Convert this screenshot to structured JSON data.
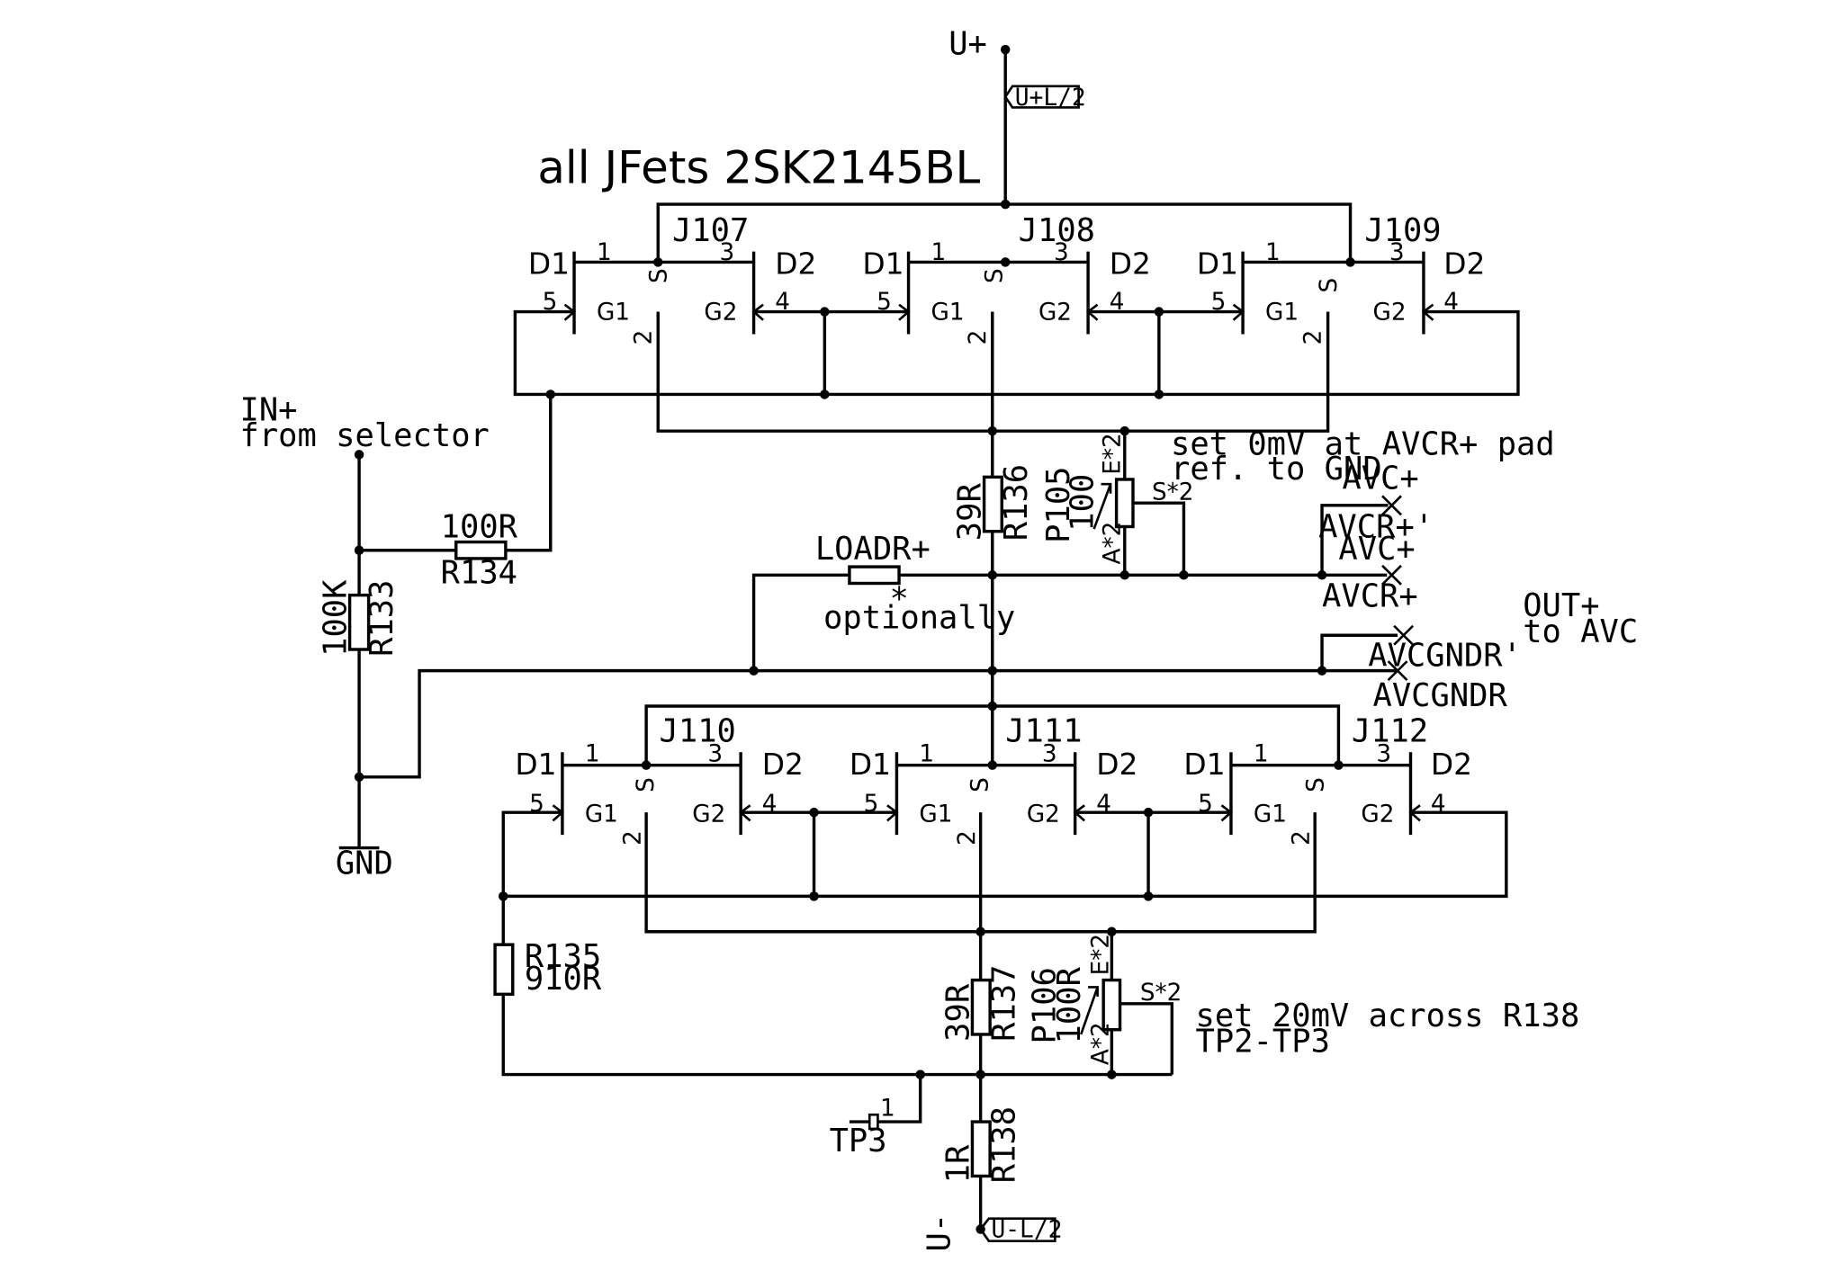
{
  "title": "all JFets 2SK2145BL",
  "supply": {
    "pos": "U+",
    "neg": "U-",
    "pos_flag": "U+L/2",
    "neg_flag": "U-L/2"
  },
  "input": {
    "line1": "IN+",
    "line2": "from selector",
    "gnd": "GND"
  },
  "jfets_top": [
    {
      "ref": "J107",
      "pins": {
        "d1": "D1",
        "d2": "D2",
        "s": "S",
        "g1": "G1",
        "g2": "G2",
        "n1": "1",
        "n2": "2",
        "n3": "3",
        "n4": "4",
        "n5": "5"
      }
    },
    {
      "ref": "J108",
      "pins": {
        "d1": "D1",
        "d2": "D2",
        "s": "S",
        "g1": "G1",
        "g2": "G2",
        "n1": "1",
        "n2": "2",
        "n3": "3",
        "n4": "4",
        "n5": "5"
      }
    },
    {
      "ref": "J109",
      "pins": {
        "d1": "D1",
        "d2": "D2",
        "s": "S",
        "g1": "G1",
        "g2": "G2",
        "n1": "1",
        "n2": "2",
        "n3": "3",
        "n4": "4",
        "n5": "5"
      }
    }
  ],
  "jfets_bottom": [
    {
      "ref": "J110",
      "pins": {
        "d1": "D1",
        "d2": "D2",
        "s": "S",
        "g1": "G1",
        "g2": "G2",
        "n1": "1",
        "n2": "2",
        "n3": "3",
        "n4": "4",
        "n5": "5"
      }
    },
    {
      "ref": "J111",
      "pins": {
        "d1": "D1",
        "d2": "D2",
        "s": "S",
        "g1": "G1",
        "g2": "G2",
        "n1": "1",
        "n2": "2",
        "n3": "3",
        "n4": "4",
        "n5": "5"
      }
    },
    {
      "ref": "J112",
      "pins": {
        "d1": "D1",
        "d2": "D2",
        "s": "S",
        "g1": "G1",
        "g2": "G2",
        "n1": "1",
        "n2": "2",
        "n3": "3",
        "n4": "4",
        "n5": "5"
      }
    }
  ],
  "resistors": {
    "r133": {
      "ref": "R133",
      "value": "100K"
    },
    "r134": {
      "ref": "R134",
      "value": "100R"
    },
    "r135": {
      "ref": "R135",
      "value": "910R"
    },
    "r136": {
      "ref": "R136",
      "value": "39R"
    },
    "r137": {
      "ref": "R137",
      "value": "39R"
    },
    "r138": {
      "ref": "R138",
      "value": "1R"
    },
    "loadr": {
      "ref": "LOADR+",
      "note": "optionally",
      "star": "*"
    }
  },
  "pots": {
    "p105": {
      "ref": "P105",
      "value": "100",
      "e": "E*2",
      "s": "S*2",
      "a": "A*2"
    },
    "p106": {
      "ref": "P106",
      "value": "100R",
      "e": "E*2",
      "s": "S*2",
      "a": "A*2"
    }
  },
  "notes": {
    "p105_line1": "set 0mV at AVCR+ pad",
    "p105_line2": "ref. to GND",
    "p106_line1": "set 20mV across R138",
    "p106_line2": "TP2-TP3"
  },
  "output": {
    "line1": "OUT+",
    "line2": "to AVC",
    "avc_plus": "AVC+",
    "avcr_plus_prime": "AVCR+'",
    "avc_plus2": "AVC+",
    "avcr_plus": "AVCR+",
    "avcgndr_prime": "AVCGNDR'",
    "avcgndr": "AVCGNDR"
  },
  "testpoint": {
    "ref": "TP3",
    "pin": "1"
  }
}
